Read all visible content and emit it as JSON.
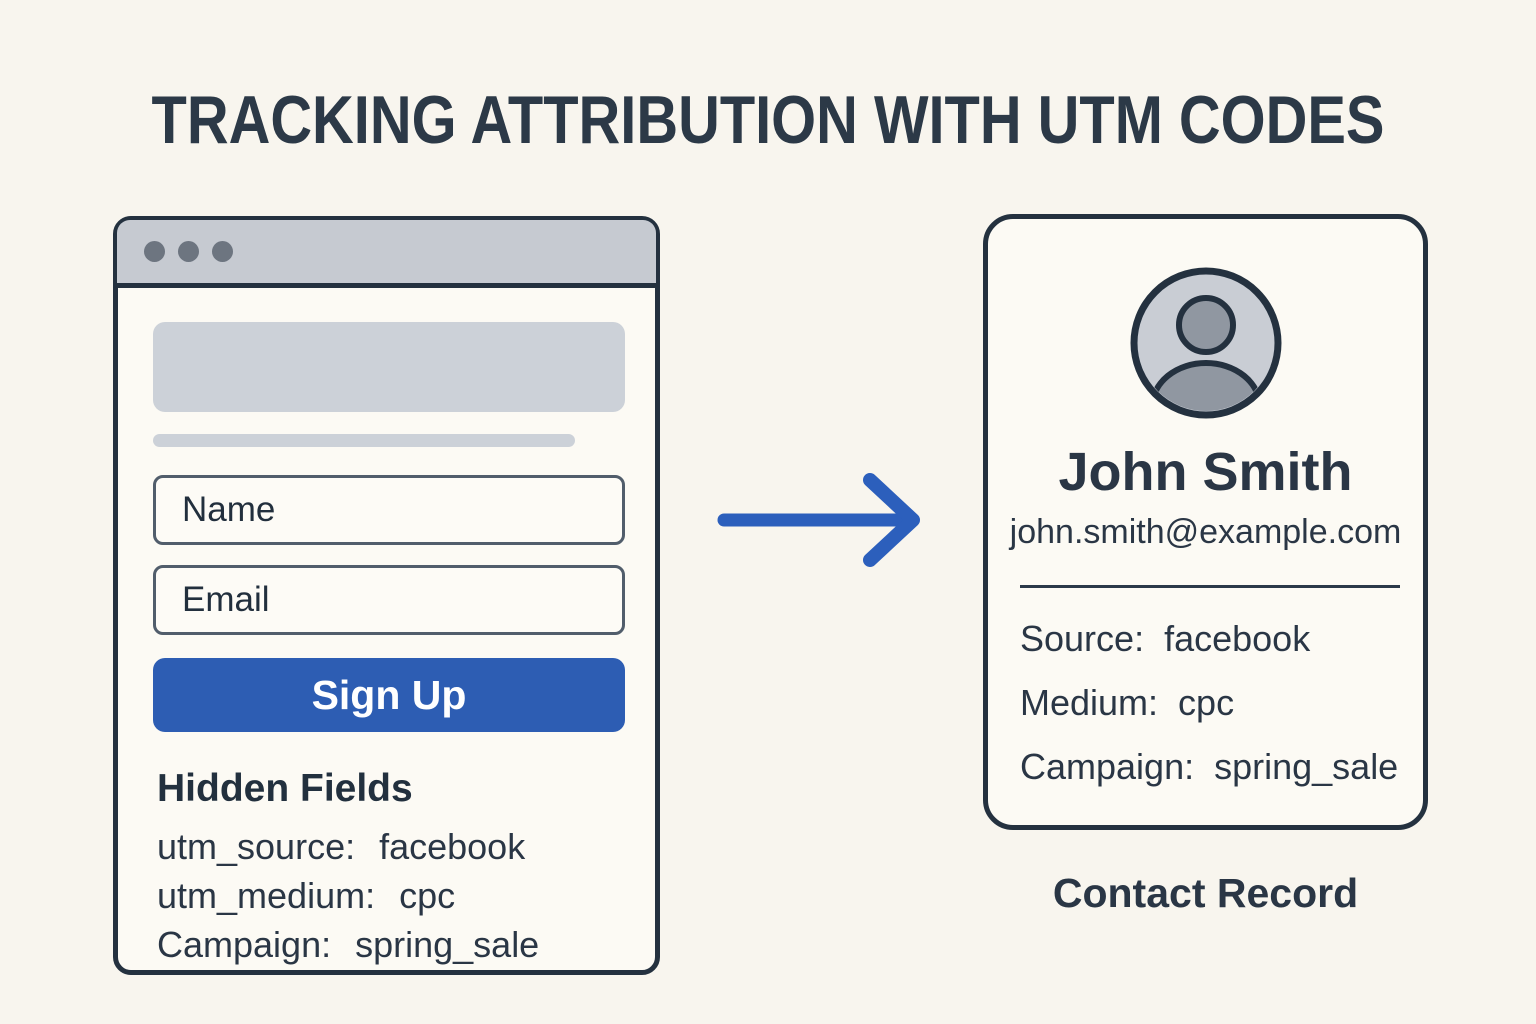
{
  "title": "TRACKING ATTRIBUTION WITH UTM CODES",
  "colors": {
    "background": "#f8f5ee",
    "surface": "#fcfaf4",
    "ink": "#2a3645",
    "border_navy": "#24313f",
    "accent_blue": "#2d5db3",
    "arrow_blue": "#2c5fbc",
    "titlebar_gray": "#c6cad1",
    "dot_gray": "#6d7580",
    "placeholder_gray": "#ccd1d8",
    "input_border": "#515d6b",
    "avatar_fill": "#c9cdd4",
    "avatar_figure": "#9097a1"
  },
  "signup_window": {
    "name_field": "Name",
    "email_field": "Email",
    "signup_button": "Sign Up",
    "hidden_fields": {
      "heading": "Hidden Fields",
      "rows": [
        {
          "label": "utm_source:",
          "value": "facebook"
        },
        {
          "label": "utm_medium:",
          "value": "cpc"
        },
        {
          "label": "Campaign:",
          "value": "spring_sale"
        }
      ]
    }
  },
  "contact_card": {
    "name": "John Smith",
    "email": "john.smith@example.com",
    "rows": [
      {
        "label": "Source:",
        "value": "facebook"
      },
      {
        "label": "Medium:",
        "value": "cpc"
      },
      {
        "label": "Campaign:",
        "value": "spring_sale"
      }
    ]
  },
  "caption": "Contact Record",
  "icons": {
    "window_dots": "window-control-dots",
    "avatar": "user-avatar",
    "arrow": "right-arrow"
  }
}
